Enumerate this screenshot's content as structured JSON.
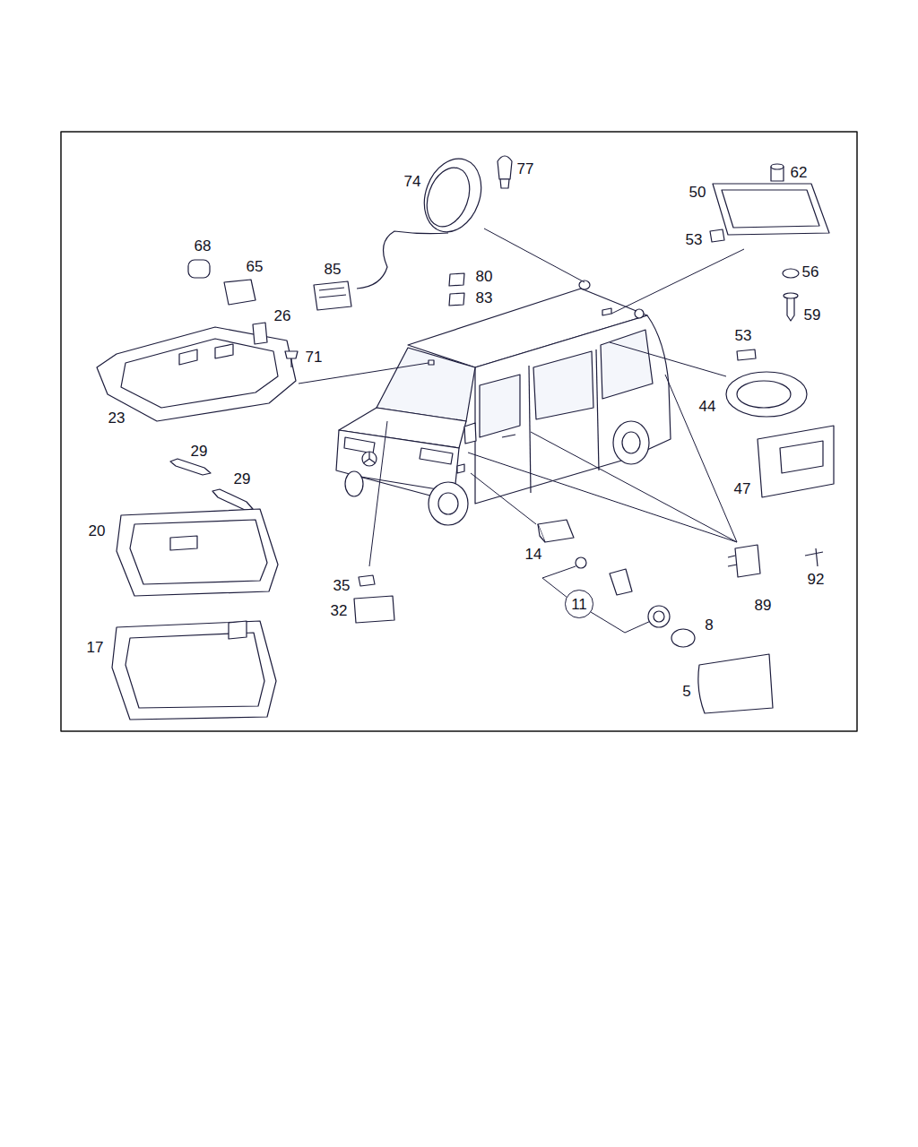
{
  "diagram": {
    "nodes": [
      {
        "text": [
          "11"
        ]
      }
    ],
    "labels": [
      "74",
      "77",
      "62",
      "50",
      "68",
      "65",
      "85",
      "80",
      "53",
      "83",
      "56",
      "26",
      "59",
      "71",
      "53",
      "23",
      "44",
      "29",
      "29",
      "47",
      "20",
      "14",
      "35",
      "92",
      "32",
      "8",
      "89",
      "17",
      "5"
    ]
  }
}
